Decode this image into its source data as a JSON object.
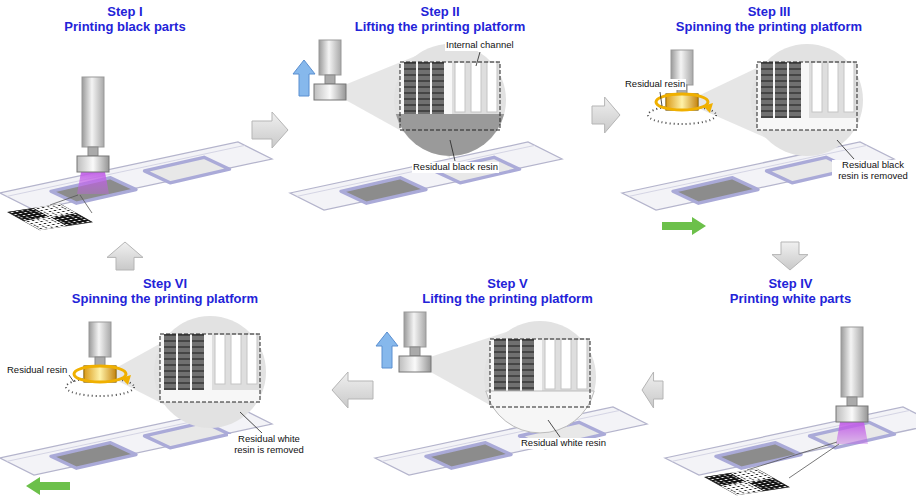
{
  "diagram": {
    "nodes": [
      {
        "text": [
          "Step I",
          "Printing black parts"
        ]
      },
      {
        "text": [
          "Step II",
          "Lifting the printing platform"
        ]
      },
      {
        "text": [
          "Step III",
          "Spinning the printing platform"
        ]
      },
      {
        "text": [
          "Step IV",
          "Printing white parts"
        ]
      },
      {
        "text": [
          "Step V",
          "Lifting the printing platform"
        ]
      },
      {
        "text": [
          "Step VI",
          "Spinning the printing platform"
        ]
      }
    ],
    "edges": [
      {
        "from": 0,
        "to": 1,
        "arrow": "to"
      },
      {
        "from": 1,
        "to": 2,
        "arrow": "to"
      },
      {
        "from": 2,
        "to": 3,
        "arrow": "to"
      },
      {
        "from": 3,
        "to": 4,
        "arrow": "to"
      },
      {
        "from": 4,
        "to": 5,
        "arrow": "to"
      },
      {
        "from": 5,
        "to": 0,
        "arrow": "to"
      }
    ],
    "labels": [
      "Internal channel",
      "Residual black resin",
      "Residual resin",
      "Residual black resin is removed",
      "Residual white resin",
      "Residual resin",
      "Residual white resin is removed"
    ]
  }
}
